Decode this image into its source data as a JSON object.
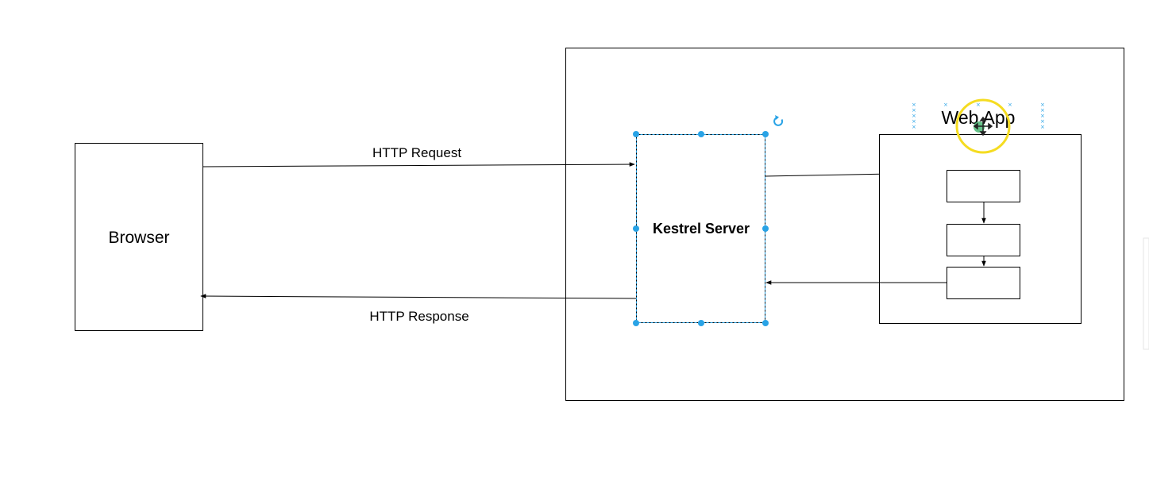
{
  "diagram": {
    "browser": {
      "label": "Browser"
    },
    "server": {
      "label": "Kestrel Server"
    },
    "webapp": {
      "label": "Web App"
    },
    "edges": {
      "request": {
        "label": "HTTP Request"
      },
      "response": {
        "label": "HTTP Response"
      }
    }
  },
  "colors": {
    "stroke": "#000000",
    "selection": "#29a3e6",
    "highlight": "#f5dc21",
    "cursor_dot": "#3fb36b"
  },
  "icons": {
    "rotate": "rotate-handle-icon",
    "move_cursor": "move-cursor-icon",
    "connection_points": "connection-point-icon"
  }
}
